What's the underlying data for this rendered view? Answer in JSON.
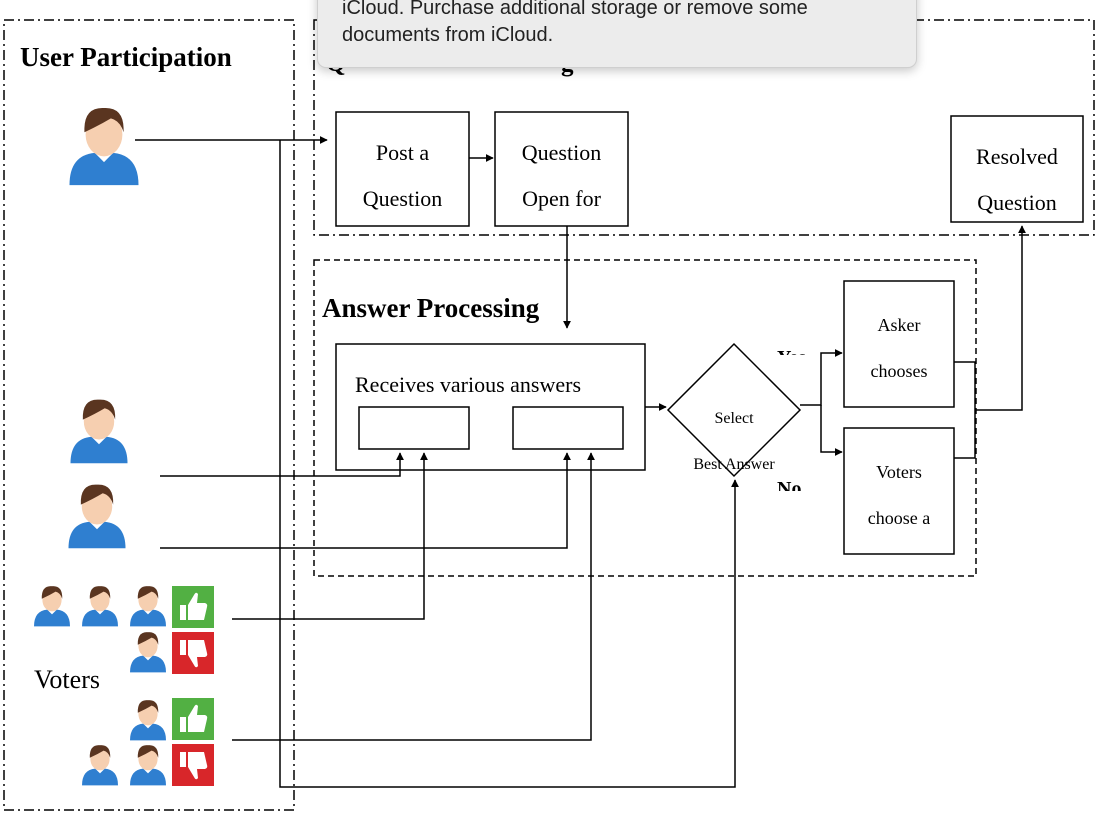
{
  "notification": {
    "line1": "iCloud. Purchase additional storage or remove some",
    "line2": "documents from iCloud."
  },
  "sections": {
    "user_participation": "User Participation",
    "question_posting": "Q",
    "question_posting_tail": "g",
    "answer_processing": "Answer Processing"
  },
  "boxes": {
    "post_question": [
      "Post a",
      "Question"
    ],
    "question_open": [
      "Question",
      "Open for"
    ],
    "resolved_question": [
      "Resolved",
      "Question"
    ],
    "receives_answers": "Receives various answers",
    "select_best": [
      "Select",
      "Best Answer"
    ],
    "asker_chooses": [
      "Asker",
      "chooses"
    ],
    "voters_choose": [
      "Voters",
      "choose a"
    ]
  },
  "branch_labels": {
    "yes": "Yes",
    "no": "No"
  },
  "actors": {
    "voters": "Voters"
  },
  "colors": {
    "thumb_up": "#52b043",
    "thumb_down": "#d8262a",
    "person_shirt": "#2f7fd0",
    "person_hair": "#5a3520",
    "person_skin": "#f6cfb0",
    "notification_bg": "#ececec"
  },
  "icons": [
    "person-icon",
    "thumbs-up-icon",
    "thumbs-down-icon"
  ]
}
